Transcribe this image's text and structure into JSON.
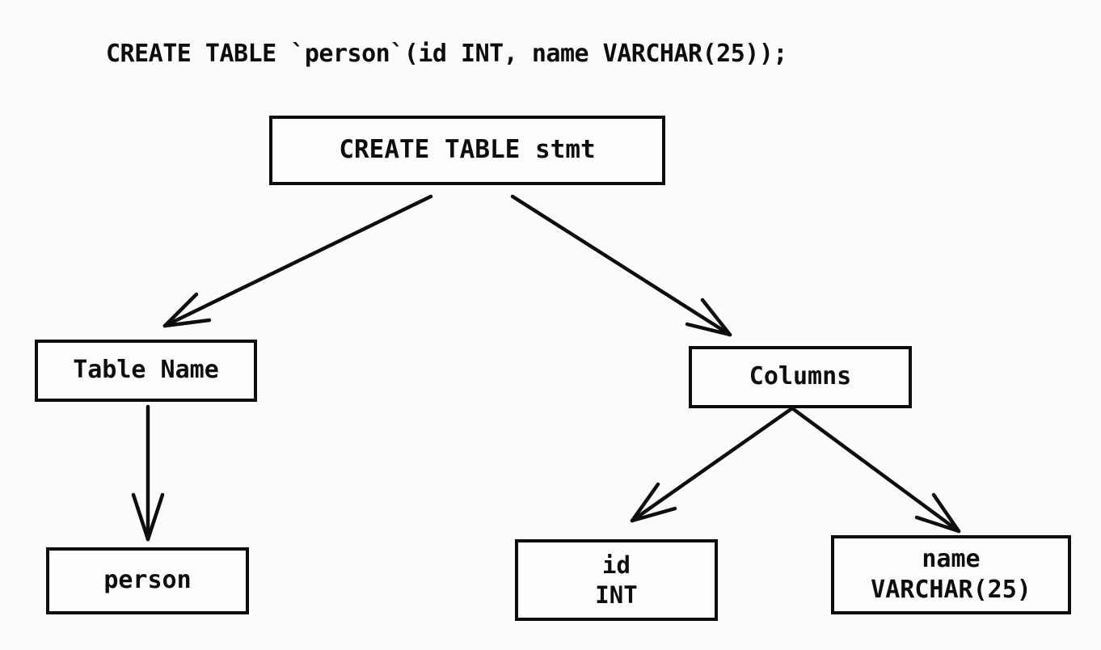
{
  "page": {
    "background_color": "#fcfcfc",
    "ink_color": "#0d0d0d"
  },
  "sql_statement": "CREATE TABLE `person`(id INT, name VARCHAR(25));",
  "tree": {
    "nodes": {
      "root": {
        "label": "CREATE TABLE stmt"
      },
      "table_name": {
        "label": "Table Name"
      },
      "columns": {
        "label": "Columns"
      },
      "person": {
        "label": "person"
      },
      "id_column": {
        "name": "id",
        "type": "INT"
      },
      "name_column": {
        "name": "name",
        "type": "VARCHAR(25)"
      }
    },
    "edges": [
      {
        "from": "CREATE TABLE stmt",
        "to": "Table Name"
      },
      {
        "from": "CREATE TABLE stmt",
        "to": "Columns"
      },
      {
        "from": "Table Name",
        "to": "person"
      },
      {
        "from": "Columns",
        "to": "id INT"
      },
      {
        "from": "Columns",
        "to": "name VARCHAR(25)"
      }
    ]
  }
}
